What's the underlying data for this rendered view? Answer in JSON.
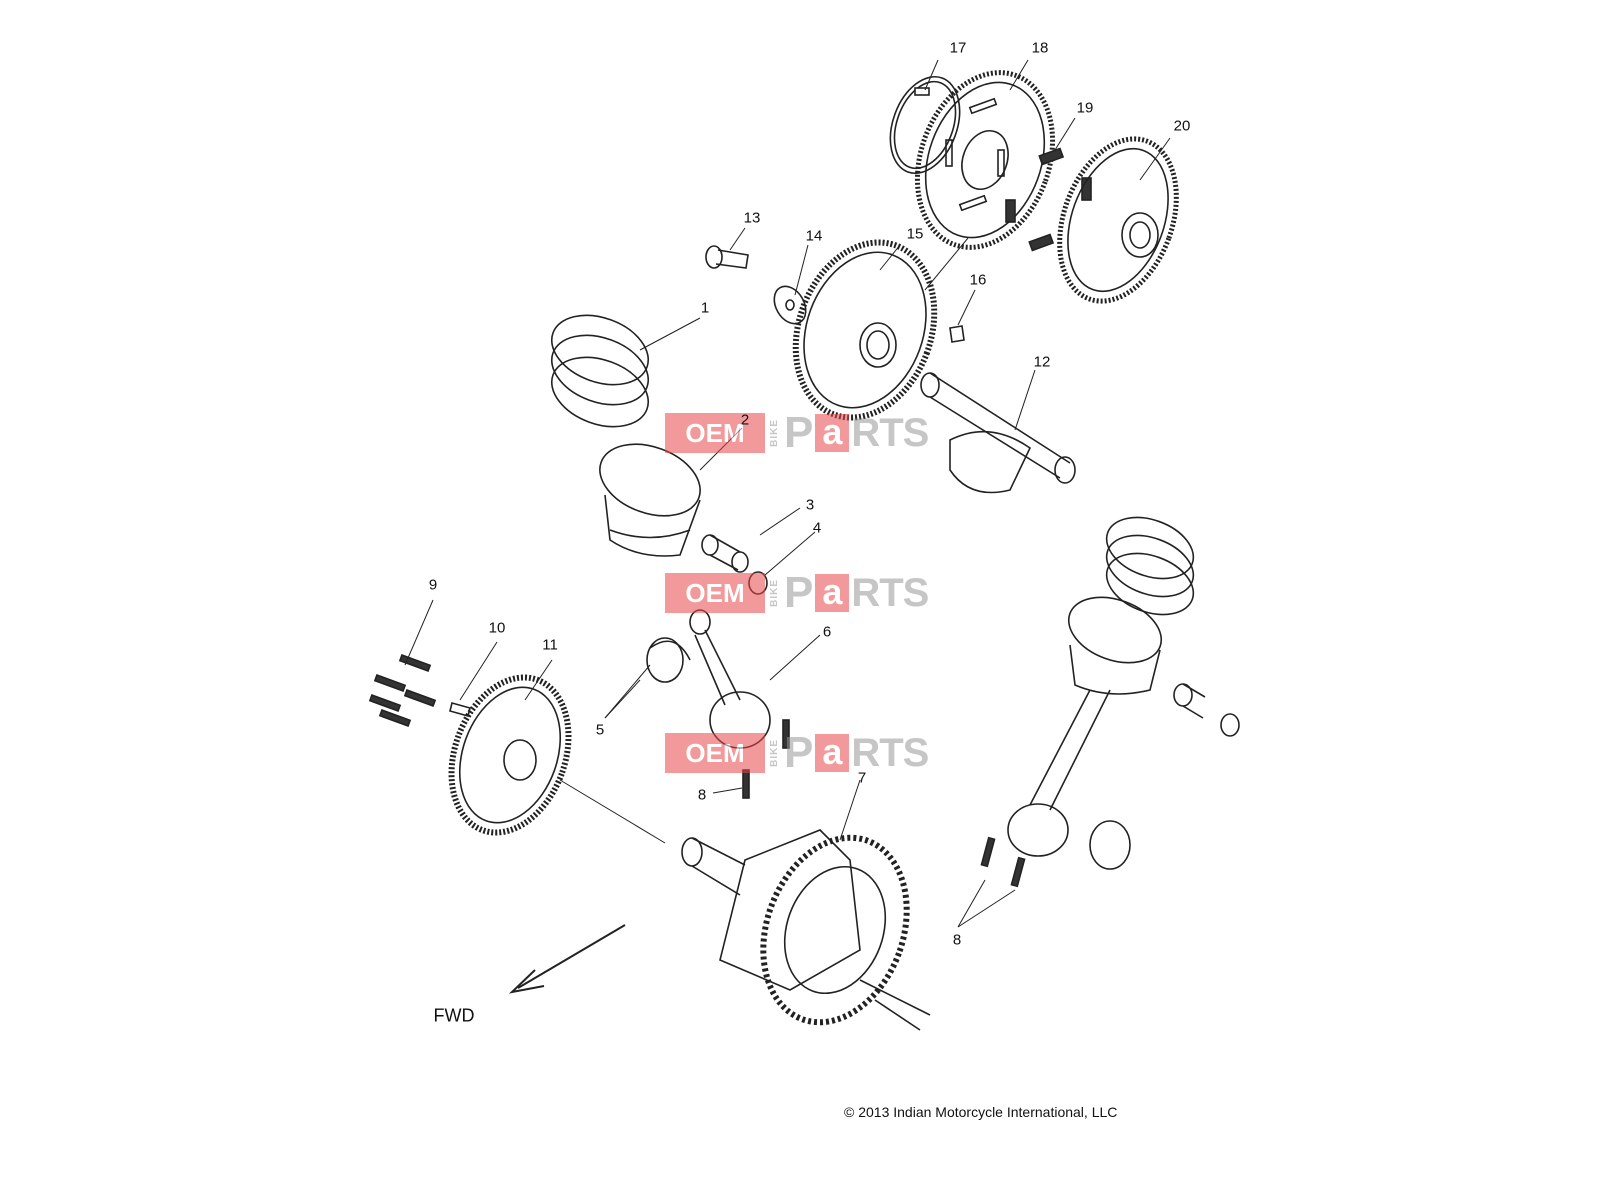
{
  "callouts": {
    "c1": "1",
    "c2": "2",
    "c3": "3",
    "c4": "4",
    "c5": "5",
    "c6": "6",
    "c7": "7",
    "c8a": "8",
    "c8b": "8",
    "c9": "9",
    "c10": "10",
    "c11": "11",
    "c12": "12",
    "c13": "13",
    "c14": "14",
    "c15": "15",
    "c16": "16",
    "c17": "17",
    "c18": "18",
    "c19": "19",
    "c20": "20"
  },
  "direction_label": "FWD",
  "copyright": "2013 Indian Motorcycle International, LLC",
  "copyright_symbol": "©",
  "watermark": {
    "part1": "OEM",
    "part2": "BIKE",
    "part3": "P",
    "part4": "a",
    "part5": "RTS"
  },
  "colors": {
    "line": "#222222",
    "watermark_red": "#e8484b",
    "watermark_gray": "#999999"
  }
}
